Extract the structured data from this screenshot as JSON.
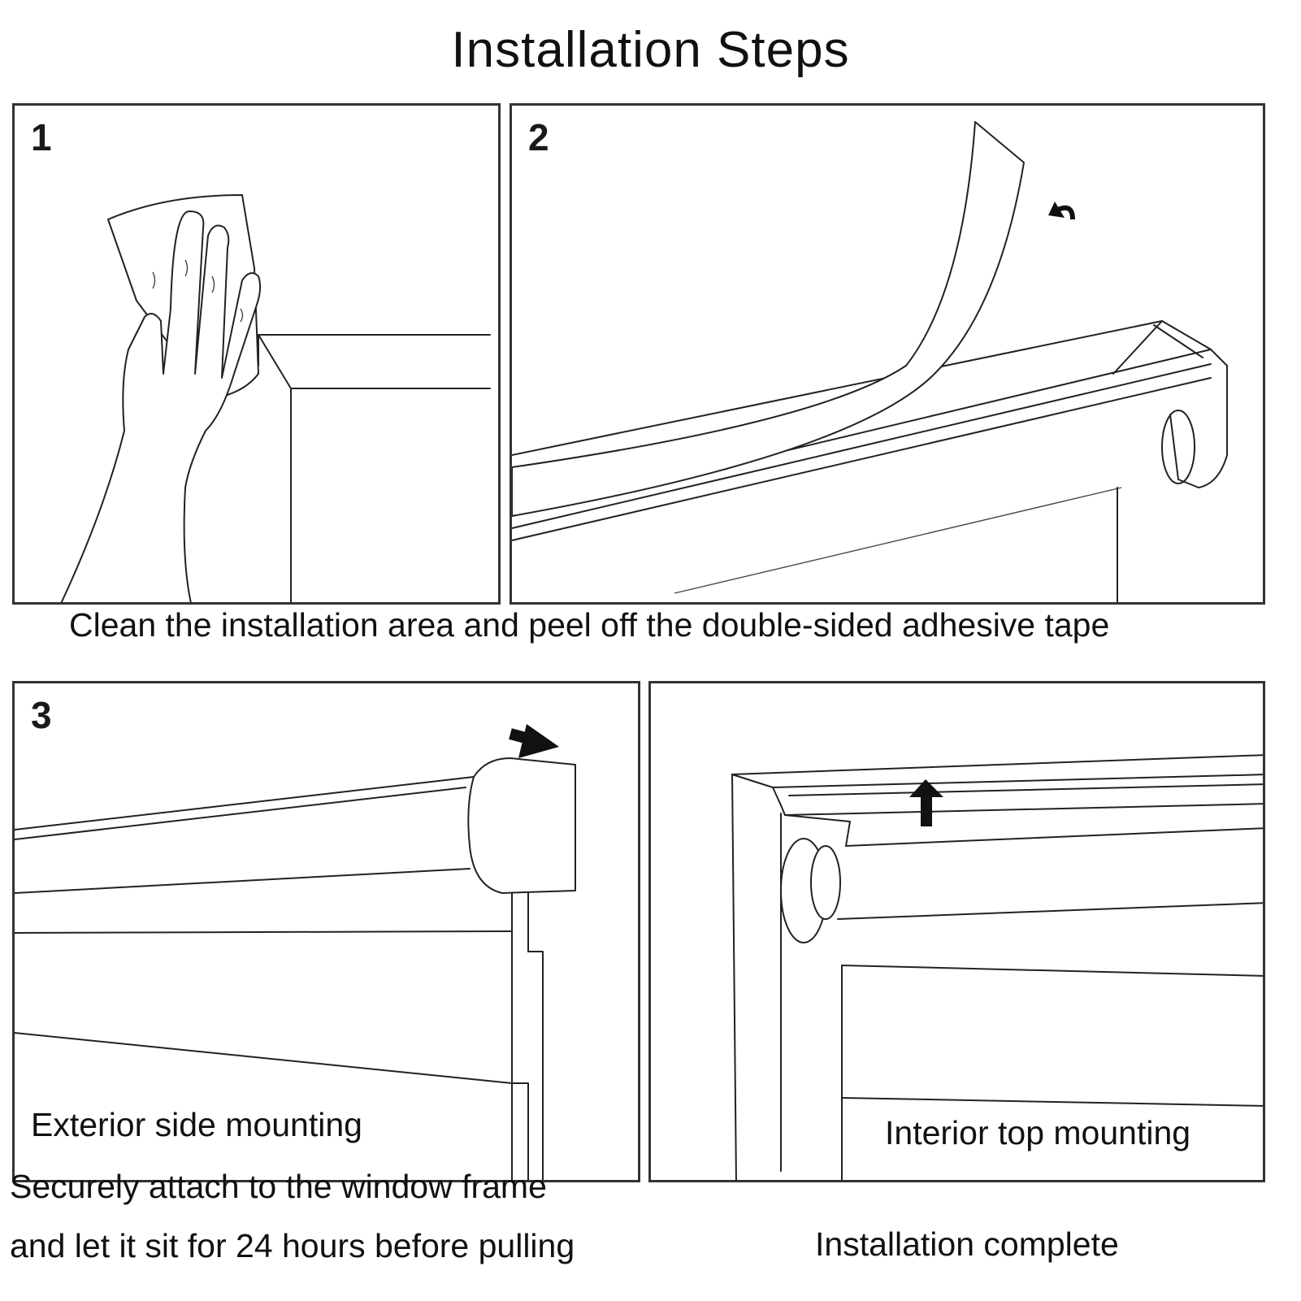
{
  "title": "Installation Steps",
  "panels": {
    "p1": {
      "number": "1"
    },
    "p2": {
      "number": "2"
    },
    "p3": {
      "number": "3",
      "label": "Exterior side mounting"
    },
    "p4": {
      "label": "Interior top mounting"
    }
  },
  "captions": {
    "top": "Clean the installation area and peel off the double-sided adhesive tape",
    "bottom_left_line1": "Securely attach to the window frame",
    "bottom_left_line2": "and let it sit for 24 hours before pulling",
    "bottom_right": "Installation complete"
  },
  "colors": {
    "line": "#222222",
    "border": "#333333",
    "background": "#ffffff"
  },
  "icons": [
    "curved-arrow-icon",
    "right-arrow-icon",
    "up-arrow-icon"
  ]
}
